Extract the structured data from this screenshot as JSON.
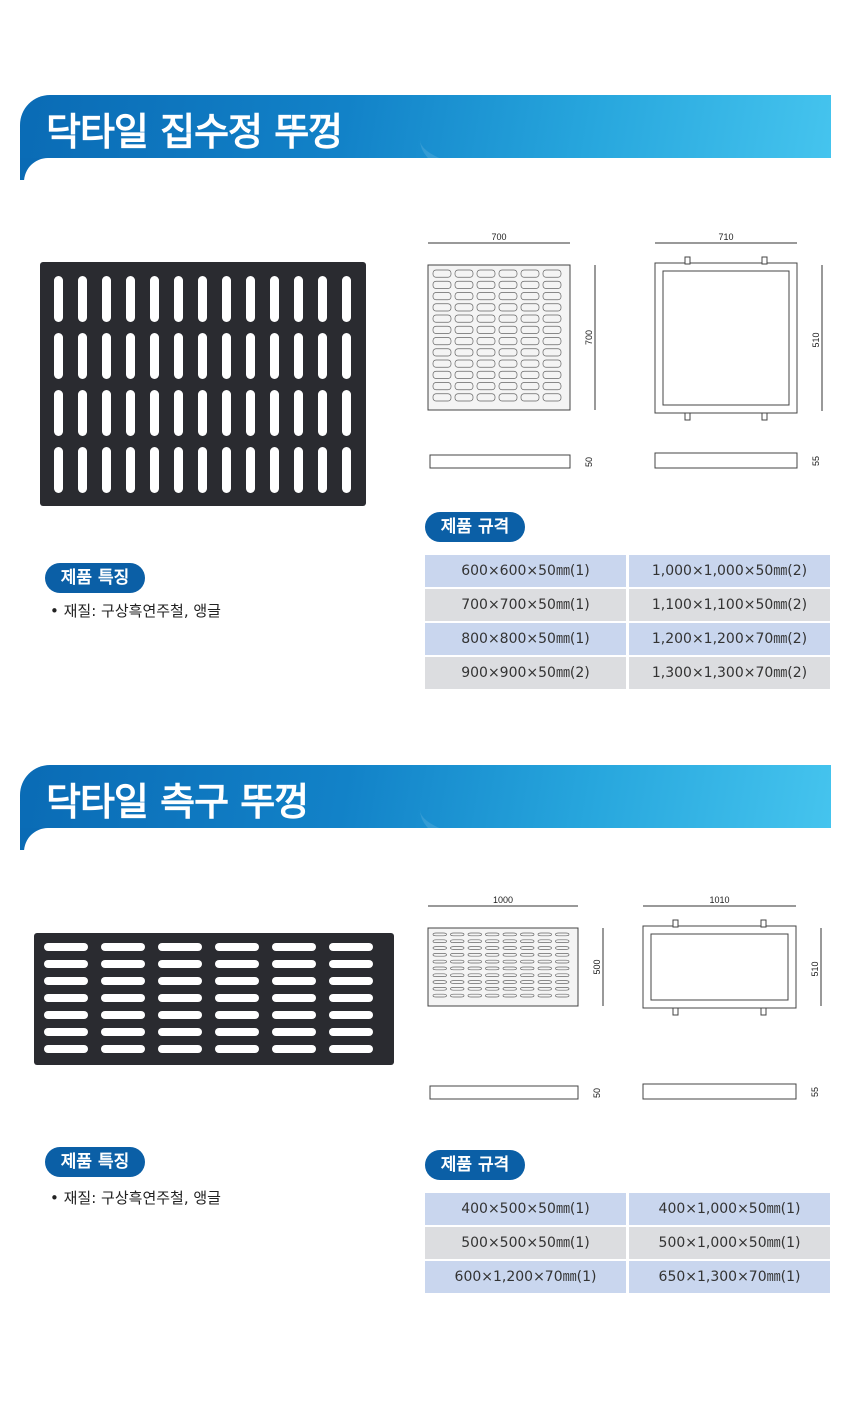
{
  "sections": [
    {
      "title": "닥타일 집수정 뚜껑",
      "features_label": "제품 특징",
      "features": [
        "• 재질: 구상흑연주철, 앵글"
      ],
      "spec_label": "제품 규격",
      "specs": [
        [
          "600×600×50㎜(1)",
          "1,000×1,000×50㎜(2)"
        ],
        [
          "700×700×50㎜(1)",
          "1,100×1,100×50㎜(2)"
        ],
        [
          "800×800×50㎜(1)",
          "1,200×1,200×70㎜(2)"
        ],
        [
          "900×900×50㎜(2)",
          "1,300×1,300×70㎜(2)"
        ]
      ],
      "dims": {
        "plate_w": "700",
        "plate_h": "700",
        "plate_t": "50",
        "frame_w": "710",
        "frame_h": "510",
        "frame_t": "55"
      }
    },
    {
      "title": "닥타일 측구 뚜껑",
      "features_label": "제품 특징",
      "features": [
        "• 재질: 구상흑연주철, 앵글"
      ],
      "spec_label": "제품 규격",
      "specs": [
        [
          "400×500×50㎜(1)",
          "400×1,000×50㎜(1)"
        ],
        [
          "500×500×50㎜(1)",
          "500×1,000×50㎜(1)"
        ],
        [
          "600×1,200×70㎜(1)",
          "650×1,300×70㎜(1)"
        ]
      ],
      "dims": {
        "plate_w": "1000",
        "plate_h": "500",
        "plate_t": "50",
        "frame_w": "1010",
        "frame_h": "510",
        "frame_t": "55"
      }
    }
  ],
  "colors": {
    "banner": "#0a6bb5",
    "pill": "#0b5fa6",
    "row_blue": "#c9d6ee",
    "row_gray": "#dcdde0"
  }
}
